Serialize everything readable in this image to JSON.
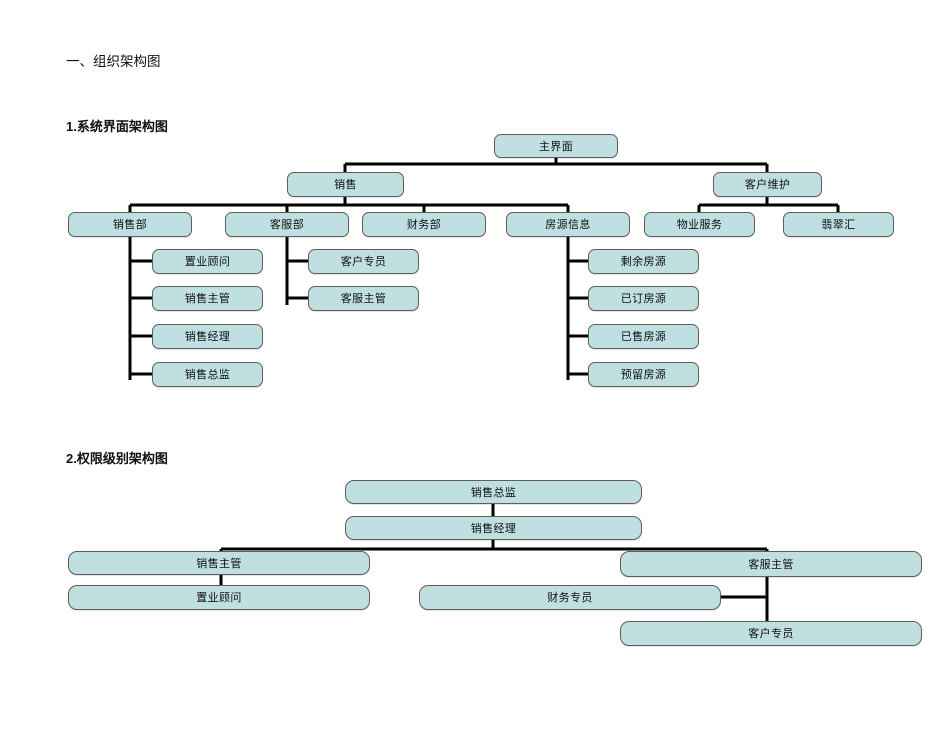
{
  "document": {
    "title": "一、组织架构图",
    "sections": [
      {
        "id": "sec1",
        "number": "1.",
        "title": "系统界面架构图"
      },
      {
        "id": "sec2",
        "number": "2.",
        "title": "权限级别架构图"
      }
    ]
  },
  "theme": {
    "node_fill": "#bfdfe1",
    "node_border": "#5e5e5e",
    "connector": "#000000",
    "page_background": "#ffffff",
    "text": "#101010"
  },
  "diagram1": {
    "name": "系统界面架构图",
    "root": {
      "label": "主界面"
    },
    "branches": [
      {
        "label": "销售",
        "children": [
          {
            "label": "销售部",
            "children": [
              {
                "label": "置业顾问"
              },
              {
                "label": "销售主管"
              },
              {
                "label": "销售经理"
              },
              {
                "label": "销售总监"
              }
            ]
          },
          {
            "label": "客服部",
            "children": [
              {
                "label": "客户专员"
              },
              {
                "label": "客服主管"
              }
            ]
          },
          {
            "label": "财务部",
            "children": []
          },
          {
            "label": "房源信息",
            "children": [
              {
                "label": "剩余房源"
              },
              {
                "label": "已订房源"
              },
              {
                "label": "已售房源"
              },
              {
                "label": "预留房源"
              }
            ]
          }
        ]
      },
      {
        "label": "客户维护",
        "children": [
          {
            "label": "物业服务",
            "children": []
          },
          {
            "label": "翡翠汇",
            "children": []
          }
        ]
      }
    ]
  },
  "diagram2": {
    "name": "权限级别架构图",
    "nodes": [
      {
        "key": "sales_director",
        "label": "销售总监"
      },
      {
        "key": "sales_manager",
        "label": "销售经理"
      },
      {
        "key": "sales_supervisor",
        "label": "销售主管"
      },
      {
        "key": "service_supervisor",
        "label": "客服主管"
      },
      {
        "key": "property_consultant",
        "label": "置业顾问"
      },
      {
        "key": "finance_specialist",
        "label": "财务专员"
      },
      {
        "key": "customer_specialist",
        "label": "客户专员"
      }
    ]
  }
}
